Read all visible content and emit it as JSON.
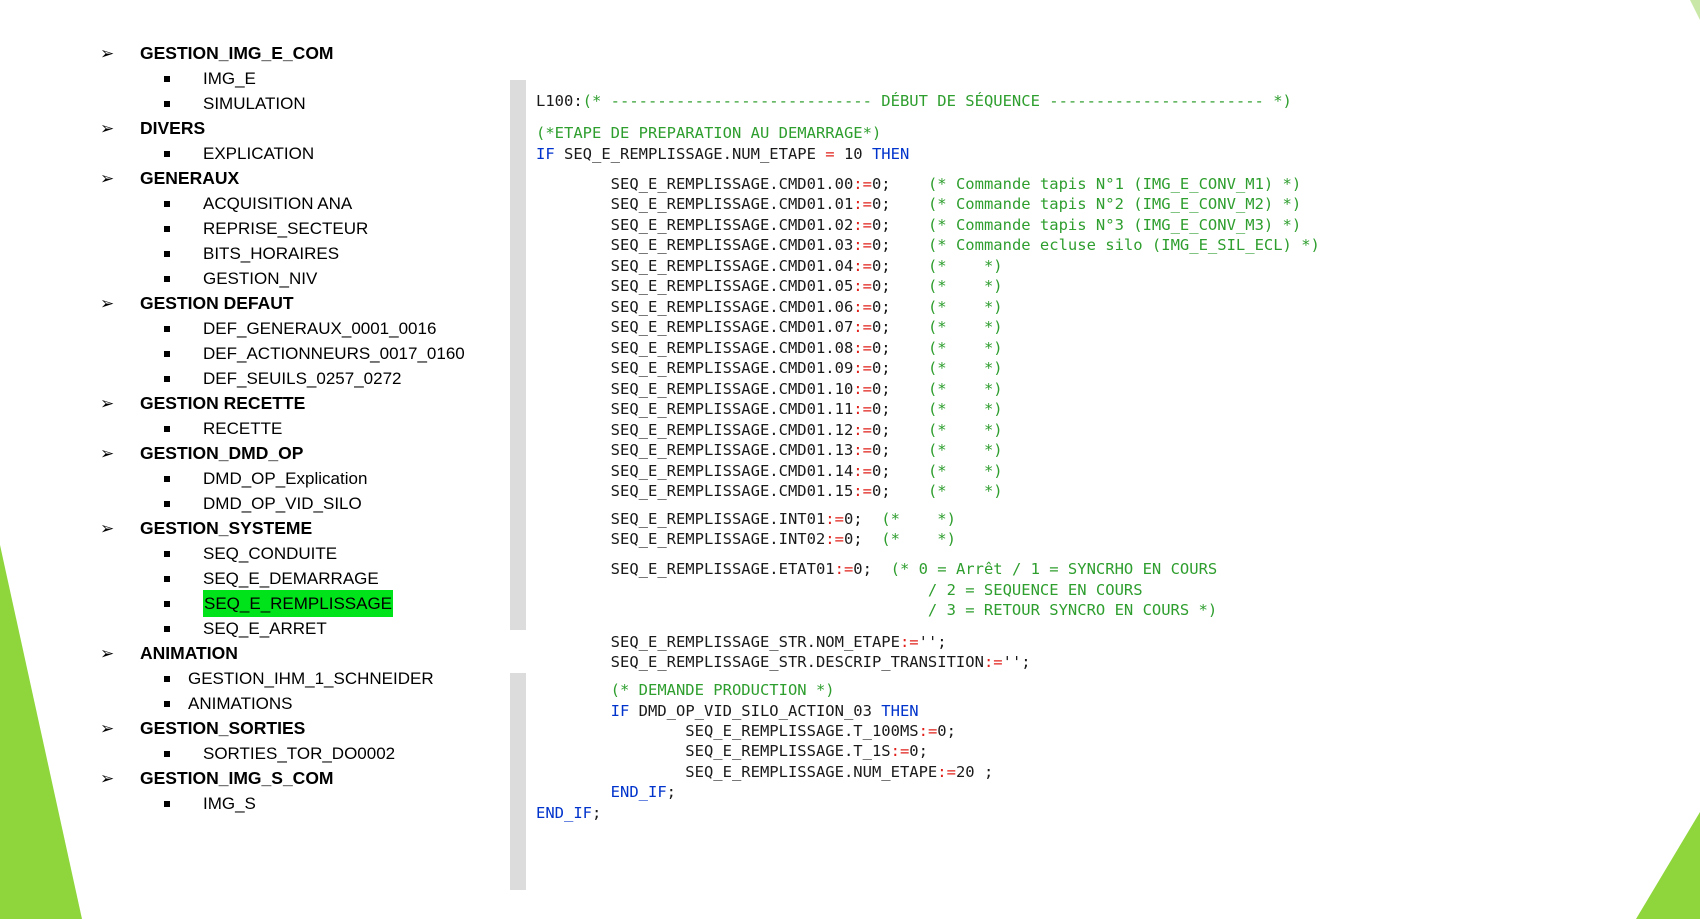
{
  "tree": [
    {
      "label": "GESTION_IMG_E_COM",
      "items": [
        "IMG_E",
        "SIMULATION"
      ]
    },
    {
      "label": "DIVERS",
      "items": [
        "EXPLICATION"
      ]
    },
    {
      "label": "GENERAUX",
      "items": [
        "ACQUISITION ANA",
        "REPRISE_SECTEUR",
        "BITS_HORAIRES",
        "GESTION_NIV"
      ]
    },
    {
      "label": "GESTION DEFAUT",
      "items": [
        "DEF_GENERAUX_0001_0016",
        "DEF_ACTIONNEURS_0017_0160",
        "DEF_SEUILS_0257_0272"
      ]
    },
    {
      "label": "GESTION RECETTE",
      "items": [
        "RECETTE"
      ]
    },
    {
      "label": "GESTION_DMD_OP",
      "items": [
        "DMD_OP_Explication",
        "DMD_OP_VID_SILO"
      ]
    },
    {
      "label": "GESTION_SYSTEME",
      "items": [
        "SEQ_CONDUITE",
        "SEQ_E_DEMARRAGE",
        "SEQ_E_REMPLISSAGE",
        "SEQ_E_ARRET"
      ]
    },
    {
      "label": "ANIMATION",
      "items": [
        "GESTION_IHM_1_SCHNEIDER",
        "ANIMATIONS"
      ]
    },
    {
      "label": "GESTION_SORTIES",
      "items": [
        "SORTIES_TOR_DO0002"
      ]
    },
    {
      "label": "GESTION_IMG_S_COM",
      "items": [
        "IMG_S"
      ]
    }
  ],
  "highlighted_item": "SEQ_E_REMPLISSAGE",
  "colors": {
    "highlight": "#00e31a",
    "keyword": "#0033cc",
    "operator": "#e0201a",
    "comment": "#2e9e2e",
    "slide_accent": "#8fd63c"
  },
  "code_lines": [
    [
      [
        "t",
        "L100:"
      ],
      [
        "c",
        "(* ---------------------------- DÉBUT DE SÉQUENCE ----------------------- *)"
      ]
    ],
    [
      [
        "c",
        "(*ETAPE DE PREPARATION AU DEMARRAGE*)"
      ]
    ],
    [
      [
        "k",
        "IF"
      ],
      [
        "t",
        " SEQ_E_REMPLISSAGE.NUM_ETAPE "
      ],
      [
        "o",
        "="
      ],
      [
        "t",
        " 10 "
      ],
      [
        "k",
        "THEN"
      ]
    ],
    [
      [
        "t",
        "        SEQ_E_REMPLISSAGE.CMD01.00"
      ],
      [
        "o",
        ":="
      ],
      [
        "t",
        "0;    "
      ],
      [
        "c",
        "(* Commande tapis N°1 (IMG_E_CONV_M1) *)"
      ]
    ],
    [
      [
        "t",
        "        SEQ_E_REMPLISSAGE.CMD01.01"
      ],
      [
        "o",
        ":="
      ],
      [
        "t",
        "0;    "
      ],
      [
        "c",
        "(* Commande tapis N°2 (IMG_E_CONV_M2) *)"
      ]
    ],
    [
      [
        "t",
        "        SEQ_E_REMPLISSAGE.CMD01.02"
      ],
      [
        "o",
        ":="
      ],
      [
        "t",
        "0;    "
      ],
      [
        "c",
        "(* Commande tapis N°3 (IMG_E_CONV_M3) *)"
      ]
    ],
    [
      [
        "t",
        "        SEQ_E_REMPLISSAGE.CMD01.03"
      ],
      [
        "o",
        ":="
      ],
      [
        "t",
        "0;    "
      ],
      [
        "c",
        "(* Commande ecluse silo (IMG_E_SIL_ECL) *)"
      ]
    ],
    [
      [
        "t",
        "        SEQ_E_REMPLISSAGE.CMD01.04"
      ],
      [
        "o",
        ":="
      ],
      [
        "t",
        "0;    "
      ],
      [
        "c",
        "(*    *)"
      ]
    ],
    [
      [
        "t",
        "        SEQ_E_REMPLISSAGE.CMD01.05"
      ],
      [
        "o",
        ":="
      ],
      [
        "t",
        "0;    "
      ],
      [
        "c",
        "(*    *)"
      ]
    ],
    [
      [
        "t",
        "        SEQ_E_REMPLISSAGE.CMD01.06"
      ],
      [
        "o",
        ":="
      ],
      [
        "t",
        "0;    "
      ],
      [
        "c",
        "(*    *)"
      ]
    ],
    [
      [
        "t",
        "        SEQ_E_REMPLISSAGE.CMD01.07"
      ],
      [
        "o",
        ":="
      ],
      [
        "t",
        "0;    "
      ],
      [
        "c",
        "(*    *)"
      ]
    ],
    [
      [
        "t",
        "        SEQ_E_REMPLISSAGE.CMD01.08"
      ],
      [
        "o",
        ":="
      ],
      [
        "t",
        "0;    "
      ],
      [
        "c",
        "(*    *)"
      ]
    ],
    [
      [
        "t",
        "        SEQ_E_REMPLISSAGE.CMD01.09"
      ],
      [
        "o",
        ":="
      ],
      [
        "t",
        "0;    "
      ],
      [
        "c",
        "(*    *)"
      ]
    ],
    [
      [
        "t",
        "        SEQ_E_REMPLISSAGE.CMD01.10"
      ],
      [
        "o",
        ":="
      ],
      [
        "t",
        "0;    "
      ],
      [
        "c",
        "(*    *)"
      ]
    ],
    [
      [
        "t",
        "        SEQ_E_REMPLISSAGE.CMD01.11"
      ],
      [
        "o",
        ":="
      ],
      [
        "t",
        "0;    "
      ],
      [
        "c",
        "(*    *)"
      ]
    ],
    [
      [
        "t",
        "        SEQ_E_REMPLISSAGE.CMD01.12"
      ],
      [
        "o",
        ":="
      ],
      [
        "t",
        "0;    "
      ],
      [
        "c",
        "(*    *)"
      ]
    ],
    [
      [
        "t",
        "        SEQ_E_REMPLISSAGE.CMD01.13"
      ],
      [
        "o",
        ":="
      ],
      [
        "t",
        "0;    "
      ],
      [
        "c",
        "(*    *)"
      ]
    ],
    [
      [
        "t",
        "        SEQ_E_REMPLISSAGE.CMD01.14"
      ],
      [
        "o",
        ":="
      ],
      [
        "t",
        "0;    "
      ],
      [
        "c",
        "(*    *)"
      ]
    ],
    [
      [
        "t",
        "        SEQ_E_REMPLISSAGE.CMD01.15"
      ],
      [
        "o",
        ":="
      ],
      [
        "t",
        "0;    "
      ],
      [
        "c",
        "(*    *)"
      ]
    ],
    [
      [
        "t",
        "        SEQ_E_REMPLISSAGE.INT01"
      ],
      [
        "o",
        ":="
      ],
      [
        "t",
        "0;  "
      ],
      [
        "c",
        "(*    *)"
      ]
    ],
    [
      [
        "t",
        "        SEQ_E_REMPLISSAGE.INT02"
      ],
      [
        "o",
        ":="
      ],
      [
        "t",
        "0;  "
      ],
      [
        "c",
        "(*    *)"
      ]
    ],
    [
      [
        "t",
        "        SEQ_E_REMPLISSAGE.ETAT01"
      ],
      [
        "o",
        ":="
      ],
      [
        "t",
        "0;  "
      ],
      [
        "c",
        "(* 0 = Arrêt / 1 = SYNCRHO EN COURS"
      ]
    ],
    [
      [
        "c",
        "                                          / 2 = SEQUENCE EN COURS"
      ]
    ],
    [
      [
        "c",
        "                                          / 3 = RETOUR SYNCRO EN COURS *)"
      ]
    ],
    [
      [
        "t",
        "        SEQ_E_REMPLISSAGE_STR.NOM_ETAPE"
      ],
      [
        "o",
        ":="
      ],
      [
        "t",
        "'';"
      ]
    ],
    [
      [
        "t",
        "        SEQ_E_REMPLISSAGE_STR.DESCRIP_TRANSITION"
      ],
      [
        "o",
        ":="
      ],
      [
        "t",
        "'';"
      ]
    ],
    [
      [
        "c",
        "        (* DEMANDE PRODUCTION *)"
      ]
    ],
    [
      [
        "t",
        "        "
      ],
      [
        "k",
        "IF"
      ],
      [
        "t",
        " DMD_OP_VID_SILO_ACTION_03 "
      ],
      [
        "k",
        "THEN"
      ]
    ],
    [
      [
        "t",
        "                SEQ_E_REMPLISSAGE.T_100MS"
      ],
      [
        "o",
        ":="
      ],
      [
        "t",
        "0;"
      ]
    ],
    [
      [
        "t",
        "                SEQ_E_REMPLISSAGE.T_1S"
      ],
      [
        "o",
        ":="
      ],
      [
        "t",
        "0;"
      ]
    ],
    [
      [
        "t",
        "                SEQ_E_REMPLISSAGE.NUM_ETAPE"
      ],
      [
        "o",
        ":="
      ],
      [
        "t",
        "20 ;"
      ]
    ],
    [
      [
        "t",
        "        "
      ],
      [
        "k",
        "END_IF"
      ],
      [
        "t",
        ";"
      ]
    ],
    [
      [
        "k",
        "END_IF"
      ],
      [
        "t",
        ";"
      ]
    ]
  ]
}
